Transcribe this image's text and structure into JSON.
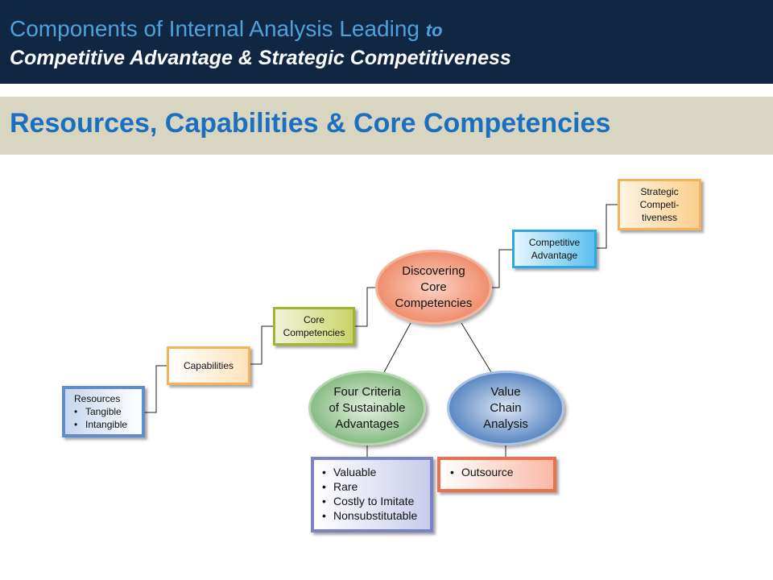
{
  "header": {
    "line1_main": "Components of Internal Analysis Leading ",
    "line1_small": "to",
    "line2": "Competitive Advantage  &  Strategic Competitiveness"
  },
  "band": {
    "title": "Resources, Capabilities & Core Competencies"
  },
  "diagram": {
    "resources": {
      "title": "Resources",
      "items": [
        "Tangible",
        "Intangible"
      ]
    },
    "capabilities": {
      "label": "Capabilities"
    },
    "core_competencies": {
      "line1": "Core",
      "line2": "Competencies"
    },
    "discovering": {
      "line1": "Discovering",
      "line2": "Core",
      "line3": "Competencies"
    },
    "competitive_advantage": {
      "line1": "Competitive",
      "line2": "Advantage"
    },
    "strategic_competitiveness": {
      "line1": "Strategic",
      "line2": "Competi-",
      "line3": "tiveness"
    },
    "four_criteria": {
      "line1": "Four Criteria",
      "line2": "of Sustainable",
      "line3": "Advantages",
      "items": [
        "Valuable",
        "Rare",
        "Costly to Imitate",
        "Nonsubstitutable"
      ]
    },
    "value_chain": {
      "line1": "Value",
      "line2": "Chain",
      "line3": "Analysis",
      "items": [
        "Outsource"
      ]
    },
    "colors": {
      "header_bg": "#0f2743",
      "band_bg": "#d8d6c1",
      "title_blue": "#1a6fc0",
      "resources": "#5b8fd0",
      "capabilities": "#f6b25a",
      "core": "#a3b52f",
      "discovering": "#ef8a6a",
      "competitive": "#2aa9e6",
      "strategic": "#f6b25a",
      "four_criteria": "#7fb77a",
      "value_chain": "#4f7fbd",
      "criteria_list": "#7b82c6",
      "outsource": "#ef6f4d"
    }
  }
}
